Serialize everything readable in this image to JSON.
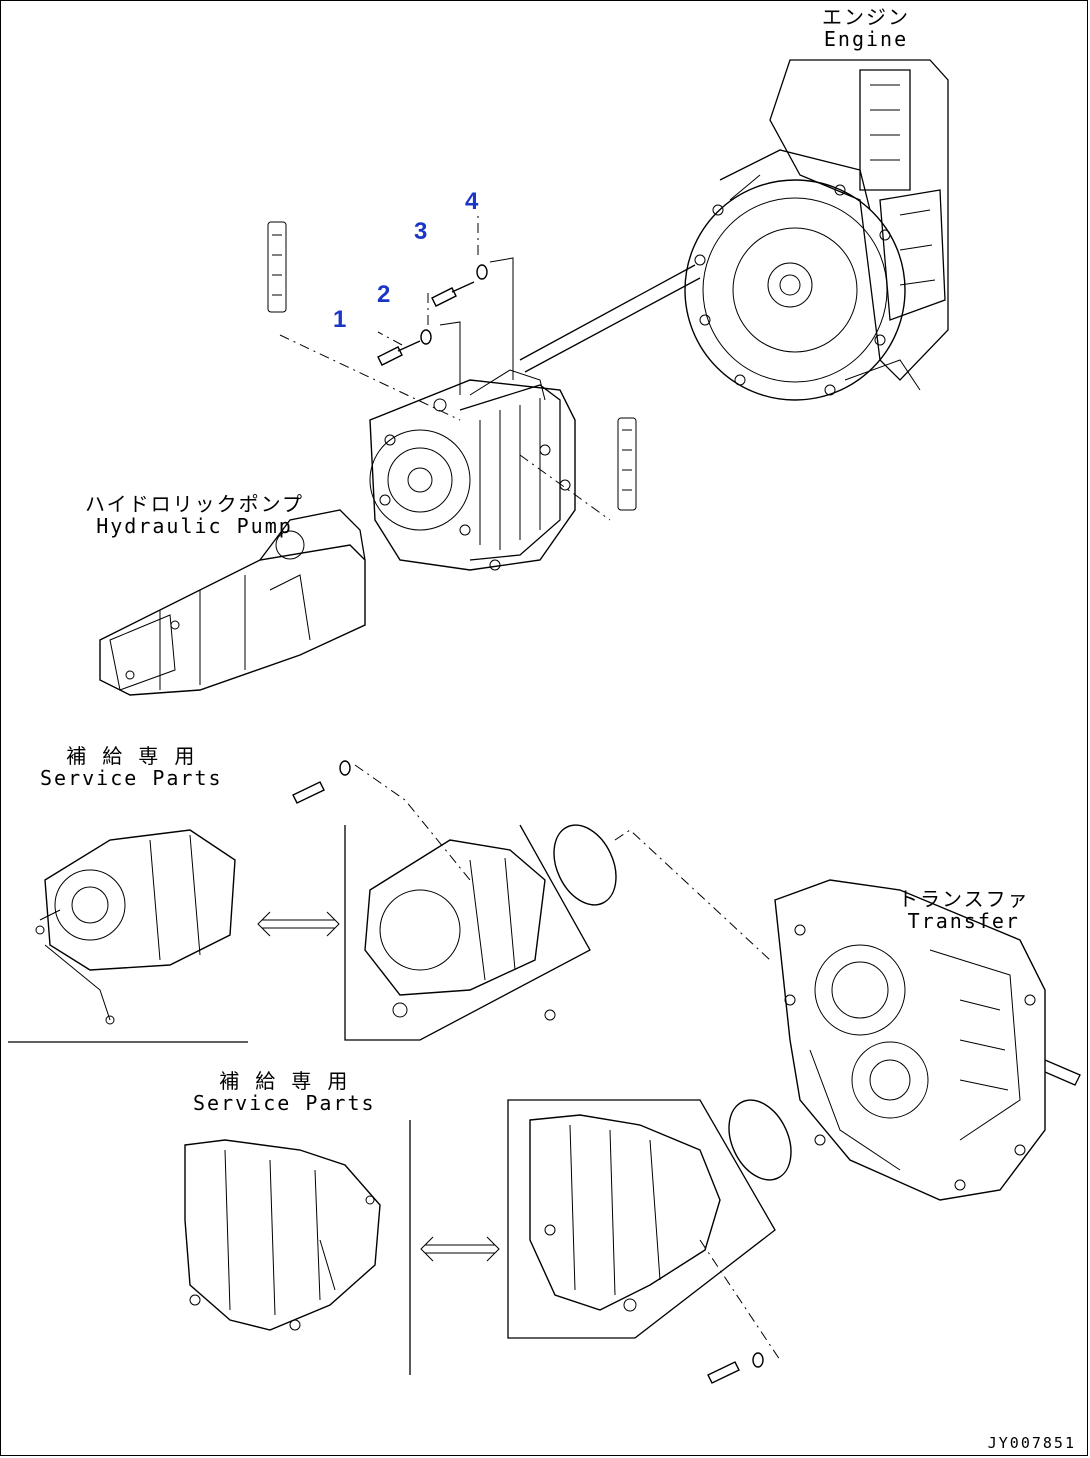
{
  "labels": {
    "engine_jp": "エンジン",
    "engine_en": "Engine",
    "pump_jp": "ハイドロリックポンプ",
    "pump_en": "Hydraulic Pump",
    "service1_jp": "補 給 専 用",
    "service1_en": "Service Parts",
    "service2_jp": "補 給 専 用",
    "service2_en": "Service Parts",
    "transfer_jp": "トランスファ",
    "transfer_en": "Transfer"
  },
  "callouts": [
    "1",
    "2",
    "3",
    "4"
  ],
  "drawing_number": "JY007851",
  "colors": {
    "callout": "#1a36c8",
    "linework": "#000000"
  }
}
